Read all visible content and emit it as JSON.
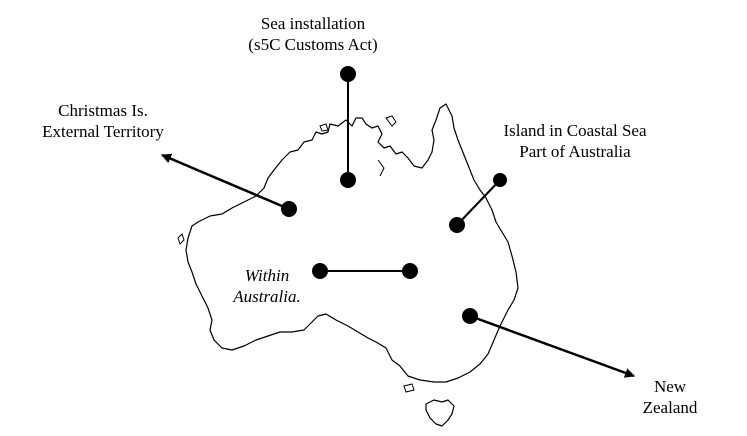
{
  "labels": {
    "sea_installation": {
      "line1": "Sea installation",
      "line2": "(s5C Customs Act)"
    },
    "christmas": {
      "line1": "Christmas Is.",
      "line2": "External Territory"
    },
    "island": {
      "line1": "Island in Coastal Sea",
      "line2": "Part of Australia"
    },
    "within": {
      "line1": "Within",
      "line2": "Australia."
    },
    "new_zealand": {
      "line1": "New",
      "line2": "Zealand"
    }
  },
  "colors": {
    "ink": "#000000",
    "background": "#ffffff"
  }
}
